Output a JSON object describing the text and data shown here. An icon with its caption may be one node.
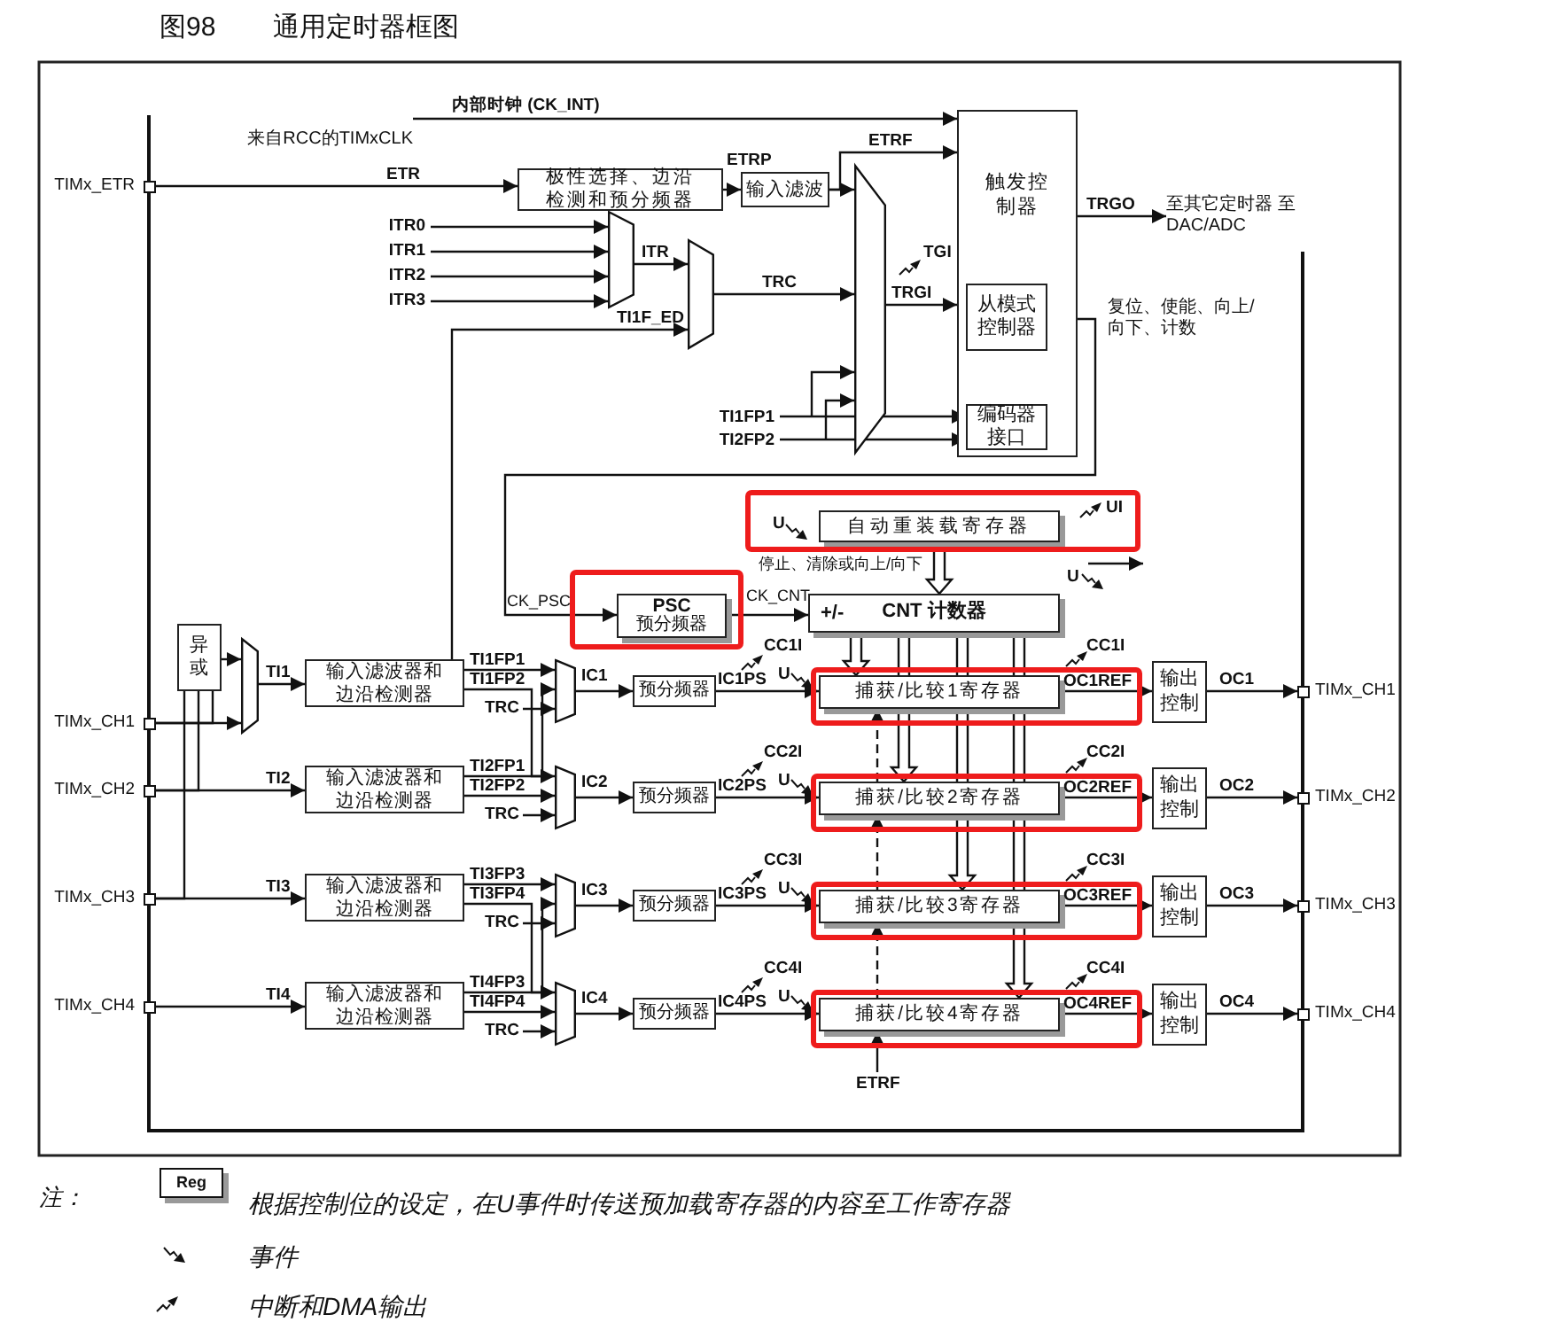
{
  "diagram": {
    "title": "图98 通用定时器框图",
    "nodes": [
      {
        "text": [
          "TIMx_ETR"
        ]
      },
      {
        "text": [
          "极性选择、边沿检测和预分频器"
        ]
      },
      {
        "text": [
          "输入滤波"
        ]
      },
      {
        "text": [],
        "shape": "trapezoid"
      },
      {
        "text": [
          "触发控制器"
        ]
      },
      {
        "text": [
          "从模式控制器"
        ],
        "in": 4
      },
      {
        "text": [
          "编码器接口"
        ],
        "in": 4
      },
      {
        "text": [],
        "shape": "trapezoid"
      },
      {
        "text": [],
        "shape": "trapezoid"
      },
      {
        "text": [
          "自动重装载寄存器"
        ]
      },
      {
        "text": [
          "PSC",
          "预分频器"
        ]
      },
      {
        "text": [
          "+/-",
          "CNT 计数器"
        ]
      },
      {
        "text": [
          "异或"
        ]
      },
      {
        "text": [],
        "shape": "trapezoid"
      },
      {
        "text": [
          "输入滤波器和边沿检测器"
        ]
      },
      {
        "text": [
          "输入滤波器和边沿检测器"
        ]
      },
      {
        "text": [
          "输入滤波器和边沿检测器"
        ]
      },
      {
        "text": [
          "输入滤波器和边沿检测器"
        ]
      },
      {
        "text": [],
        "shape": "trapezoid"
      },
      {
        "text": [],
        "shape": "trapezoid"
      },
      {
        "text": [],
        "shape": "trapezoid"
      },
      {
        "text": [],
        "shape": "trapezoid"
      },
      {
        "text": [
          "预分频器"
        ]
      },
      {
        "text": [
          "预分频器"
        ]
      },
      {
        "text": [
          "预分频器"
        ]
      },
      {
        "text": [
          "预分频器"
        ]
      },
      {
        "text": [
          "捕获/比较1寄存器"
        ]
      },
      {
        "text": [
          "捕获/比较2寄存器"
        ]
      },
      {
        "text": [
          "捕获/比较3寄存器"
        ]
      },
      {
        "text": [
          "捕获/比较4寄存器"
        ]
      },
      {
        "text": [
          "输出控制"
        ]
      },
      {
        "text": [
          "输出控制"
        ]
      },
      {
        "text": [
          "输出控制"
        ]
      },
      {
        "text": [
          "输出控制"
        ]
      },
      {
        "text": [
          "TIMx_CH1"
        ]
      },
      {
        "text": [
          "TIMx_CH2"
        ]
      },
      {
        "text": [
          "TIMx_CH3"
        ]
      },
      {
        "text": [
          "TIMx_CH4"
        ]
      },
      {
        "text": [
          "TIMx_CH1"
        ]
      },
      {
        "text": [
          "TIMx_CH2"
        ]
      },
      {
        "text": [
          "TIMx_CH3"
        ]
      },
      {
        "text": [
          "TIMx_CH4"
        ]
      },
      {
        "text": [
          "来自RCC的TIMxCLK"
        ]
      },
      {
        "text": [
          "至其它定时器 至 DAC/ADC"
        ]
      }
    ],
    "edges": [
      {
        "from": 42,
        "to": 4,
        "arrow": "to",
        "label": "内部时钟 (CK_INT)"
      },
      {
        "from": 0,
        "to": 1,
        "arrow": "to",
        "label": "ETR"
      },
      {
        "from": 1,
        "to": 2,
        "arrow": "to",
        "label": "ETRP"
      },
      {
        "from": 2,
        "to": 3,
        "arrow": "to"
      },
      {
        "from": 2,
        "to": 4,
        "arrow": "to",
        "label": "ETRF"
      },
      {
        "from": null,
        "to": 7,
        "arrow": "to",
        "label": "ITR0"
      },
      {
        "from": null,
        "to": 7,
        "arrow": "to",
        "label": "ITR1"
      },
      {
        "from": null,
        "to": 7,
        "arrow": "to",
        "label": "ITR2"
      },
      {
        "from": null,
        "to": 7,
        "arrow": "to",
        "label": "ITR3"
      },
      {
        "from": 7,
        "to": 8,
        "arrow": "to",
        "label": "ITR"
      },
      {
        "from": 14,
        "to": 8,
        "arrow": "to",
        "label": "TI1F_ED"
      },
      {
        "from": 8,
        "to": 3,
        "arrow": "to",
        "label": "TRC"
      },
      {
        "from": 3,
        "to": 4,
        "arrow": "to",
        "label": "TRGI"
      },
      {
        "from": null,
        "to": 6,
        "arrow": "to",
        "label": "TI1FP1"
      },
      {
        "from": null,
        "to": 6,
        "arrow": "to",
        "label": "TI2FP2"
      },
      {
        "from": null,
        "to": 3,
        "arrow": "to"
      },
      {
        "from": null,
        "to": 3,
        "arrow": "to"
      },
      {
        "from": 4,
        "to": 43,
        "arrow": "to",
        "label": "TRGO"
      },
      {
        "from": 5,
        "to": 10,
        "arrow": "to",
        "label": "CK_PSC"
      },
      {
        "from": 10,
        "to": 11,
        "arrow": "to",
        "label": "CK_CNT"
      },
      {
        "from": 9,
        "to": 11,
        "arrow": "to",
        "style": "thick"
      },
      {
        "from": 11,
        "to": 26,
        "arrow": "to",
        "style": "thick"
      },
      {
        "from": 11,
        "to": 27,
        "arrow": "to",
        "style": "thick"
      },
      {
        "from": 11,
        "to": 28,
        "arrow": "to",
        "style": "thick"
      },
      {
        "from": 11,
        "to": 29,
        "arrow": "to",
        "style": "thick"
      },
      {
        "from": 38,
        "to": 13,
        "arrow": "to"
      },
      {
        "from": 12,
        "to": 13,
        "arrow": "to"
      },
      {
        "from": 40,
        "to": 12,
        "arrow": "none"
      },
      {
        "from": 39,
        "to": 12,
        "arrow": "none"
      },
      {
        "from": 38,
        "to": 12,
        "arrow": "none"
      },
      {
        "from": 13,
        "to": 14,
        "arrow": "to",
        "label": "TI1"
      },
      {
        "from": 39,
        "to": 15,
        "arrow": "to",
        "label": "TI2"
      },
      {
        "from": 40,
        "to": 16,
        "arrow": "to",
        "label": "TI3"
      },
      {
        "from": 41,
        "to": 17,
        "arrow": "to",
        "label": "TI4"
      },
      {
        "from": 14,
        "to": 18,
        "arrow": "to",
        "label": "TI1FP1"
      },
      {
        "from": 14,
        "to": 19,
        "arrow": "to",
        "label": "TI1FP2"
      },
      {
        "from": null,
        "to": 18,
        "arrow": "to",
        "label": "TRC"
      },
      {
        "from": 15,
        "to": 18,
        "arrow": "to",
        "label": "TI2FP1"
      },
      {
        "from": 15,
        "to": 19,
        "arrow": "to",
        "label": "TI2FP2"
      },
      {
        "from": null,
        "to": 19,
        "arrow": "to",
        "label": "TRC"
      },
      {
        "from": 16,
        "to": 20,
        "arrow": "to",
        "label": "TI3FP3"
      },
      {
        "from": 16,
        "to": 21,
        "arrow": "to",
        "label": "TI3FP4"
      },
      {
        "from": null,
        "to": 20,
        "arrow": "to",
        "label": "TRC"
      },
      {
        "from": 17,
        "to": 20,
        "arrow": "to",
        "label": "TI4FP3"
      },
      {
        "from": 17,
        "to": 21,
        "arrow": "to",
        "label": "TI4FP4"
      },
      {
        "from": null,
        "to": 21,
        "arrow": "to",
        "label": "TRC"
      },
      {
        "from": 18,
        "to": 22,
        "arrow": "to",
        "label": "IC1"
      },
      {
        "from": 19,
        "to": 23,
        "arrow": "to",
        "label": "IC2"
      },
      {
        "from": 20,
        "to": 24,
        "arrow": "to",
        "label": "IC3"
      },
      {
        "from": 21,
        "to": 25,
        "arrow": "to",
        "label": "IC4"
      },
      {
        "from": 22,
        "to": 26,
        "arrow": "to",
        "label": "IC1PS"
      },
      {
        "from": 23,
        "to": 27,
        "arrow": "to",
        "label": "IC2PS"
      },
      {
        "from": 24,
        "to": 28,
        "arrow": "to",
        "label": "IC3PS"
      },
      {
        "from": 25,
        "to": 29,
        "arrow": "to",
        "label": "IC4PS"
      },
      {
        "from": 26,
        "to": 30,
        "arrow": "to",
        "label": "OC1REF"
      },
      {
        "from": 27,
        "to": 31,
        "arrow": "to",
        "label": "OC2REF"
      },
      {
        "from": 28,
        "to": 32,
        "arrow": "to",
        "label": "OC3REF"
      },
      {
        "from": 29,
        "to": 33,
        "arrow": "to",
        "label": "OC4REF"
      },
      {
        "from": 30,
        "to": 34,
        "arrow": "to",
        "label": "OC1"
      },
      {
        "from": 31,
        "to": 35,
        "arrow": "to",
        "label": "OC2"
      },
      {
        "from": 32,
        "to": 36,
        "arrow": "to",
        "label": "OC3"
      },
      {
        "from": 33,
        "to": 37,
        "arrow": "to",
        "label": "OC4"
      },
      {
        "from": null,
        "to": 29,
        "arrow": "to",
        "label": "ETRF"
      },
      {
        "from": 29,
        "to": 28,
        "arrow": "to",
        "style": "dashed"
      },
      {
        "from": 28,
        "to": 27,
        "arrow": "to",
        "style": "dashed"
      },
      {
        "from": 27,
        "to": 26,
        "arrow": "to",
        "style": "dashed"
      }
    ],
    "labels": [
      "TGI",
      "复位、使能、向上/向下、计数",
      "U",
      "UI",
      "停止、清除或向上/向下",
      "U",
      "CC1I",
      "U",
      "CC1I",
      "CC2I",
      "U",
      "CC2I",
      "CC3I",
      "U",
      "CC3I",
      "CC4I",
      "U",
      "CC4I",
      "注：",
      "Reg"
    ],
    "legend": [
      {
        "text": "根据控制位的设定，在U事件时传送预加载寄存器的内容至工作寄存器"
      },
      {
        "text": "事件"
      },
      {
        "text": "中断和DMA输出"
      }
    ]
  }
}
